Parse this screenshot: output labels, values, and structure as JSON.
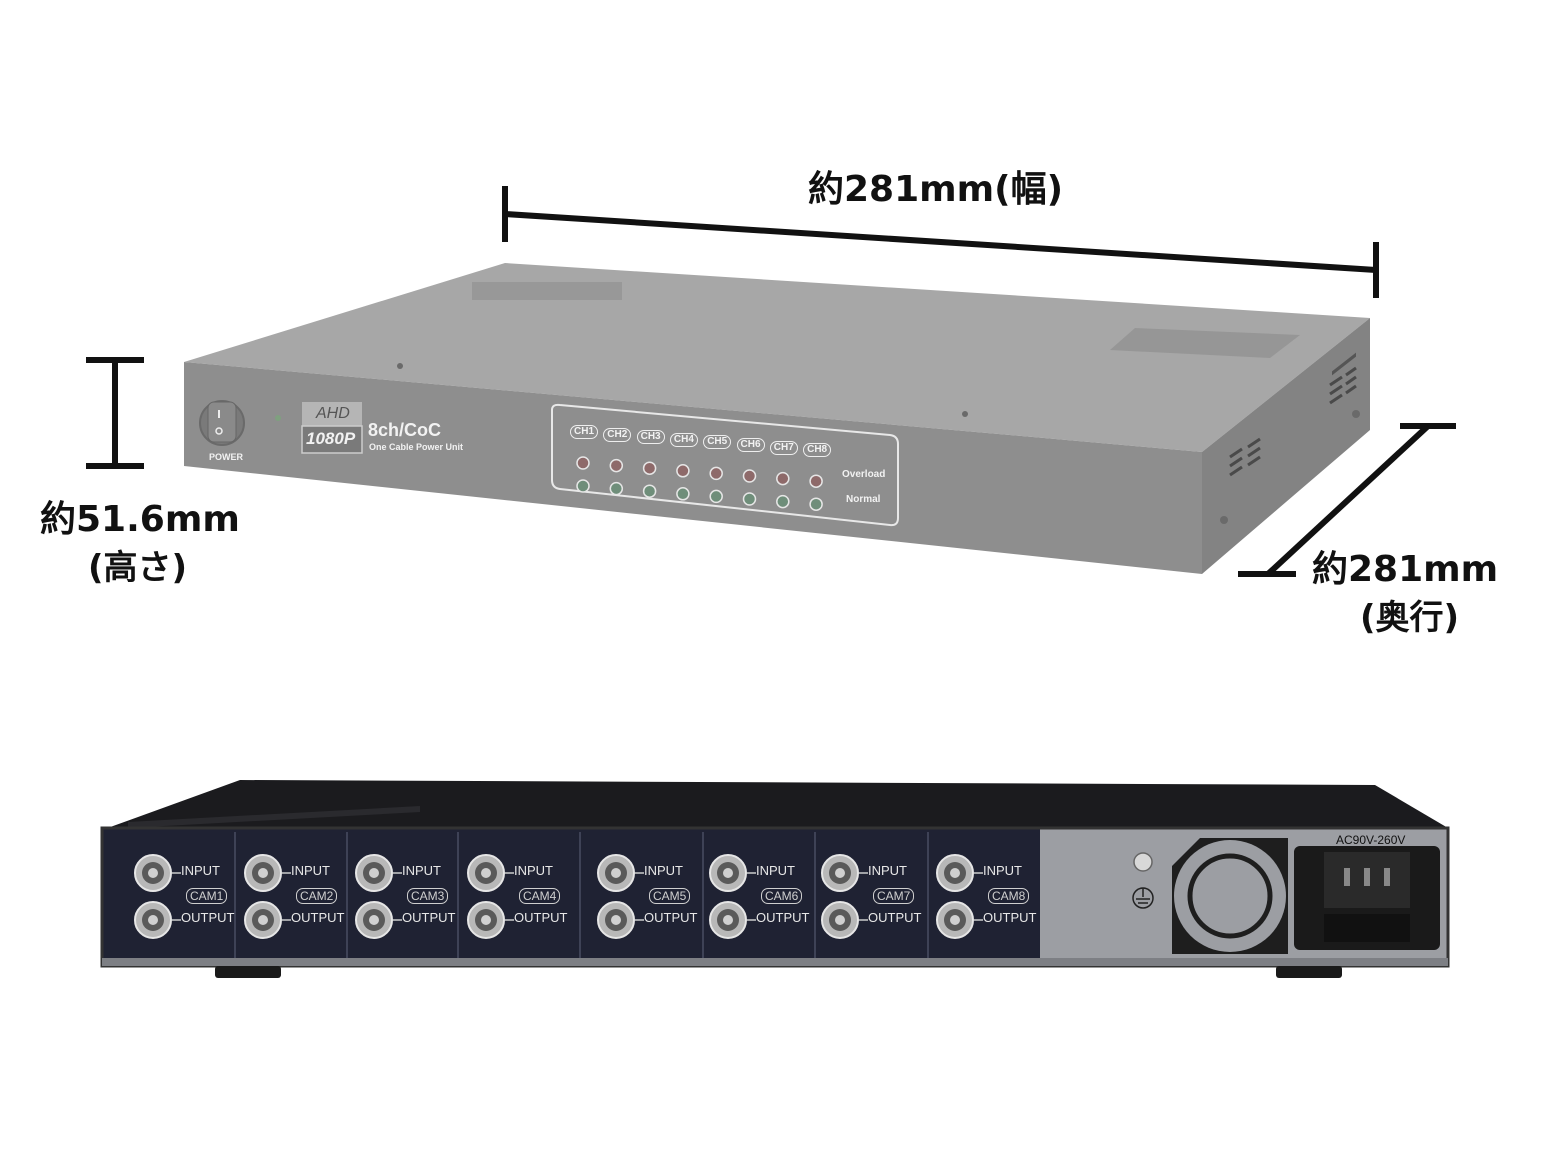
{
  "dimensions": {
    "width": "約281mm(幅)",
    "height_value": "約51.6mm",
    "height_note": "(高さ)",
    "depth_value": "約281mm",
    "depth_note": "(奥行)"
  },
  "front_panel": {
    "power_label": "POWER",
    "logo_top": "AHD",
    "logo_bottom": "1080P",
    "model": "8ch/CoC",
    "subtitle": "One Cable Power Unit",
    "channels": [
      "CH1",
      "CH2",
      "CH3",
      "CH4",
      "CH5",
      "CH6",
      "CH7",
      "CH8"
    ],
    "overload_label": "Overload",
    "normal_label": "Normal"
  },
  "rear_panel": {
    "input_label": "INPUT",
    "output_label": "OUTPUT",
    "cams": [
      "CAM1",
      "CAM2",
      "CAM3",
      "CAM4",
      "CAM5",
      "CAM6",
      "CAM7",
      "CAM8"
    ],
    "power_rating": "AC90V-260V"
  },
  "colors": {
    "front_face": "#8f8f8f",
    "top_face": "#a9a9a9",
    "rear_dark": "#1f2233",
    "rear_plate": "#9c9ea3"
  }
}
